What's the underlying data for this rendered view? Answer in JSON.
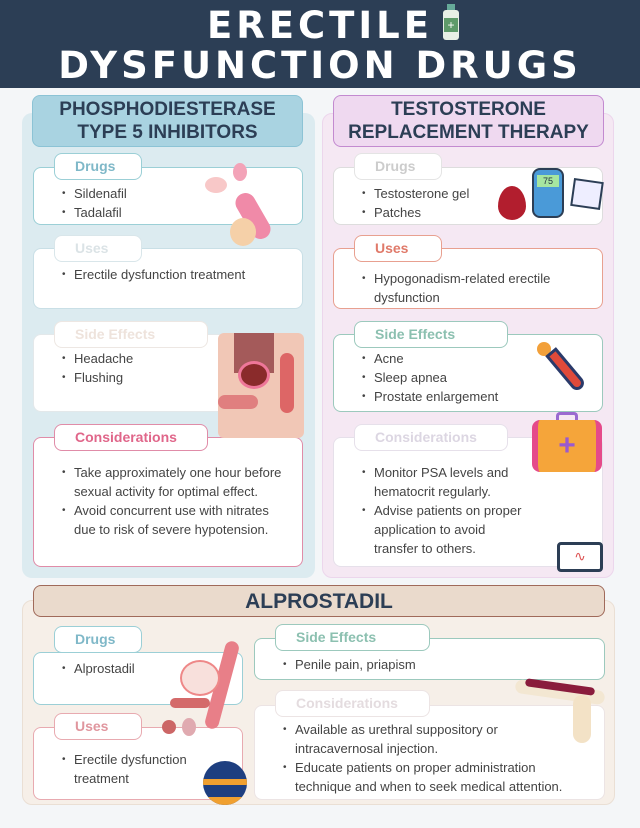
{
  "title": {
    "line1": "ERECTILE",
    "line2": "DYSFUNCTION DRUGS"
  },
  "pde5": {
    "heading": "PHOSPHODIESTERASE TYPE 5 INHIBITORS",
    "drugs": {
      "label": "Drugs",
      "items": [
        "Sildenafil",
        "Tadalafil"
      ]
    },
    "uses": {
      "label": "Uses",
      "items": [
        "Erectile dysfunction treatment"
      ]
    },
    "side_effects": {
      "label": "Side Effects",
      "items": [
        "Headache",
        "Flushing"
      ]
    },
    "considerations": {
      "label": "Considerations",
      "items": [
        "Take approximately one hour before sexual activity for optimal effect.",
        "Avoid concurrent use with nitrates due to risk of severe hypotension."
      ]
    }
  },
  "trt": {
    "heading": "TESTOSTERONE REPLACEMENT THERAPY",
    "drugs": {
      "label": "Drugs",
      "items": [
        "Testosterone gel",
        "Patches"
      ]
    },
    "uses": {
      "label": "Uses",
      "items": [
        "Hypogonadism-related erectile dysfunction"
      ]
    },
    "side_effects": {
      "label": "Side Effects",
      "items": [
        "Acne",
        "Sleep apnea",
        "Prostate enlargement"
      ]
    },
    "considerations": {
      "label": "Considerations",
      "items": [
        "Monitor PSA levels and hematocrit regularly.",
        "Advise patients on proper application to avoid transfer to others."
      ]
    },
    "meter_reading": "75"
  },
  "alprostadil": {
    "heading": "ALPROSTADIL",
    "drugs": {
      "label": "Drugs",
      "items": [
        "Alprostadil"
      ]
    },
    "uses": {
      "label": "Uses",
      "items": [
        "Erectile dysfunction treatment"
      ]
    },
    "side_effects": {
      "label": "Side Effects",
      "items": [
        "Penile pain, priapism"
      ]
    },
    "considerations": {
      "label": "Considerations",
      "items": [
        "Available as urethral suppository or intracavernosal injection.",
        "Educate patients on proper administration technique and when to seek medical attention."
      ]
    }
  }
}
